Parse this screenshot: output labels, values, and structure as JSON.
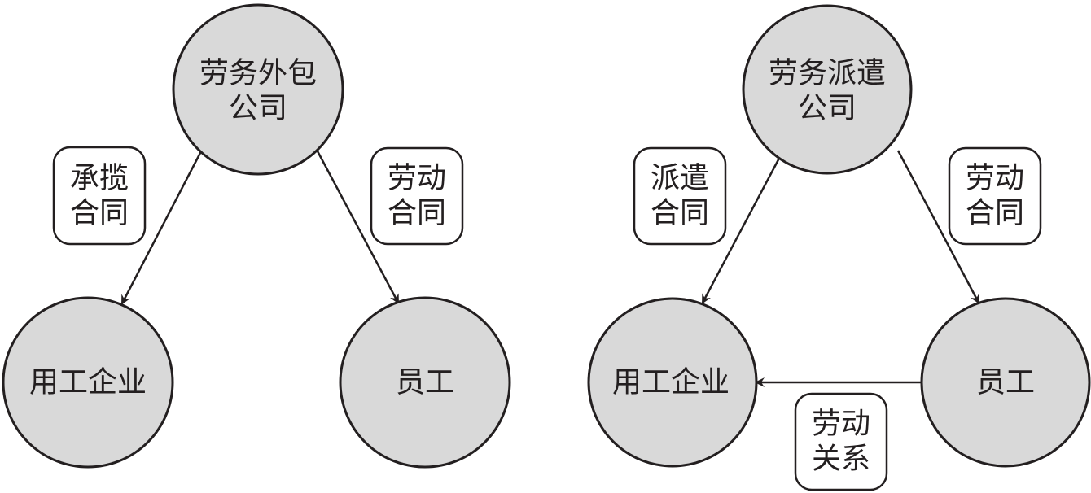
{
  "colors": {
    "node_fill": "#d9d9d9",
    "stroke": "#231f20",
    "background": "#ffffff"
  },
  "outsourcing": {
    "company": {
      "line1": "劳务外包",
      "line2": "公司"
    },
    "employer": "用工企业",
    "employee": "员工",
    "contract_left": {
      "line1": "承揽",
      "line2": "合同"
    },
    "contract_right": {
      "line1": "劳动",
      "line2": "合同"
    }
  },
  "dispatch": {
    "company": {
      "line1": "劳务派遣",
      "line2": "公司"
    },
    "employer": "用工企业",
    "employee": "员工",
    "contract_left": {
      "line1": "派遣",
      "line2": "合同"
    },
    "contract_right": {
      "line1": "劳动",
      "line2": "合同"
    },
    "relation_bottom": {
      "line1": "劳动",
      "line2": "关系"
    }
  }
}
